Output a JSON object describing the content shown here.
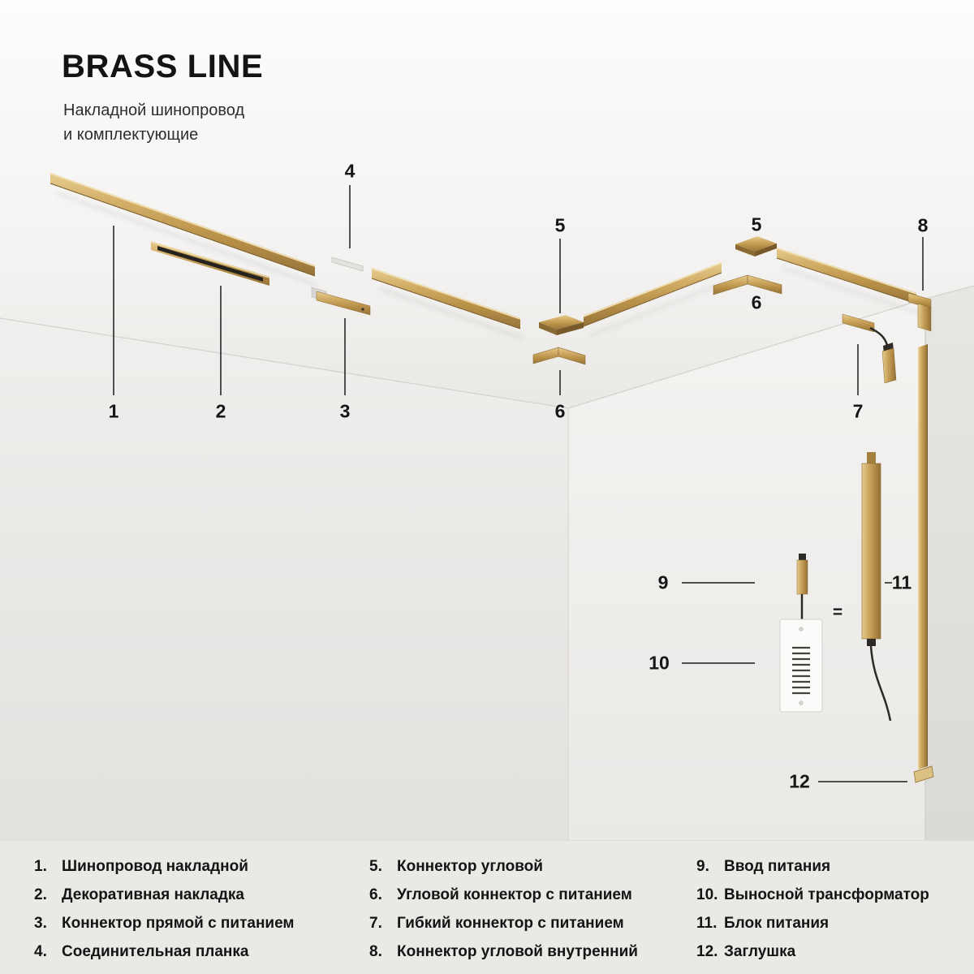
{
  "header": {
    "title": "BRASS LINE",
    "subtitle": [
      "Накладной шинопровод",
      "и комплектующие"
    ]
  },
  "callouts": {
    "c1": "1",
    "c2": "2",
    "c3": "3",
    "c4": "4",
    "c5a": "5",
    "c6a": "6",
    "c5b": "5",
    "c6b": "6",
    "c7": "7",
    "c8": "8",
    "c9": "9",
    "c10": "10",
    "c11": "11",
    "c12": "12",
    "equals": "="
  },
  "legend": {
    "columns": [
      {
        "items": [
          {
            "num": "1.",
            "label": "Шинопровод накладной"
          },
          {
            "num": "2.",
            "label": "Декоративная накладка"
          },
          {
            "num": "3.",
            "label": "Коннектор прямой с питанием"
          },
          {
            "num": "4.",
            "label": "Соединительная планка"
          }
        ]
      },
      {
        "items": [
          {
            "num": "5.",
            "label": "Коннектор угловой"
          },
          {
            "num": "6.",
            "label": "Угловой коннектор с питанием"
          },
          {
            "num": "7.",
            "label": "Гибкий коннектор с питанием"
          },
          {
            "num": "8.",
            "label": "Коннектор угловой внутренний"
          }
        ]
      },
      {
        "items": [
          {
            "num": "9.",
            "label": "Ввод питания"
          },
          {
            "num": "10.",
            "label": "Выносной трансформатор"
          },
          {
            "num": "11.",
            "label": "Блок питания"
          },
          {
            "num": "12.",
            "label": "Заглушка"
          }
        ]
      }
    ]
  },
  "colors": {
    "brass": "#b98f47",
    "brass_light": "#e6cc8f",
    "brass_dark": "#8a6a33",
    "text": "#161616",
    "ceiling": "#f7f6f4",
    "wall": "#ebe9e6"
  }
}
